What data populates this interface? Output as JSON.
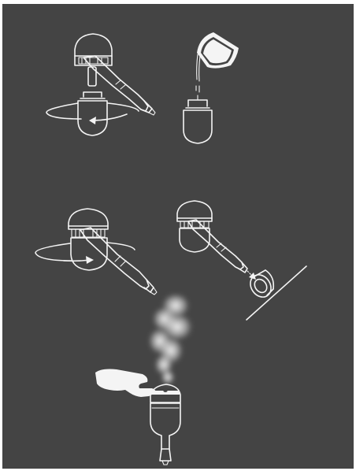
{
  "background_color": "#444444",
  "line_color": "#f4f4f4",
  "steps": [
    {
      "name": "step-1-unscrew-water-tank",
      "icon": "rotate-arrow-icon"
    },
    {
      "name": "step-2-pour-water",
      "icon": "water-pour-icon"
    },
    {
      "name": "step-3-screw-on-tank",
      "icon": "rotate-arrow-icon"
    },
    {
      "name": "step-4-plug-into-car-socket",
      "icon": "car-socket-icon"
    },
    {
      "name": "step-5-press-button-mist",
      "icon": "mist-icon"
    }
  ]
}
